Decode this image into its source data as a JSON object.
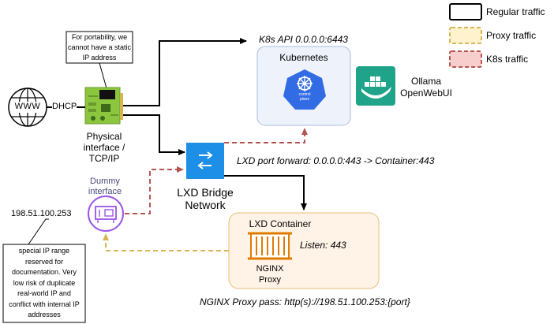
{
  "legend": {
    "regular": "Regular traffic",
    "proxy": "Proxy traffic",
    "k8s": "K8s traffic"
  },
  "callouts": {
    "portability": [
      "For portability, we",
      "cannot have a static",
      "IP address"
    ],
    "special_ip": [
      "special IP range",
      "reserved for",
      "documentation.  Very",
      "low risk of duplicate",
      "real-world IP and",
      "conflict with internal IP",
      "addresses"
    ]
  },
  "labels": {
    "www": "WWW",
    "dhcp": "DHCP",
    "physical_interface": [
      "Physical",
      "interface /",
      "TCP/IP"
    ],
    "dummy_interface": [
      "Dummy",
      "interface"
    ],
    "dummy_ip": "198.51.100.253",
    "k8s_api": "K8s API 0.0.0.0:6443",
    "kubernetes": "Kubernetes",
    "control_plane": [
      "control",
      "plane"
    ],
    "ollama": [
      "Ollama",
      "OpenWebUI"
    ],
    "lxd_port_forward": "LXD port forward: 0.0.0.0:443 -> Container:443",
    "lxd_bridge": [
      "LXD Bridge",
      "Network"
    ],
    "lxd_container": "LXD Container",
    "listen": "Listen: 443",
    "nginx": [
      "NGINX",
      "Proxy"
    ],
    "nginx_proxy_pass": "NGINX Proxy pass: http(s)://198.51.100.253:{port}"
  },
  "colors": {
    "proxy_line": "#d6b656",
    "proxy_fill": "#fff2cc",
    "k8s_line": "#b85450",
    "k8s_fill": "#f8cecc",
    "kube_box_fill": "#eef3fb",
    "kube_box_stroke": "#aabbdd",
    "kube_blue": "#326ce5",
    "bridge_blue": "#1d8fe6",
    "ollama_green": "#1fa389",
    "pcb_green": "#8cc63f",
    "nic_purple": "#9a55e6",
    "nginx_orange": "#e07b00"
  }
}
